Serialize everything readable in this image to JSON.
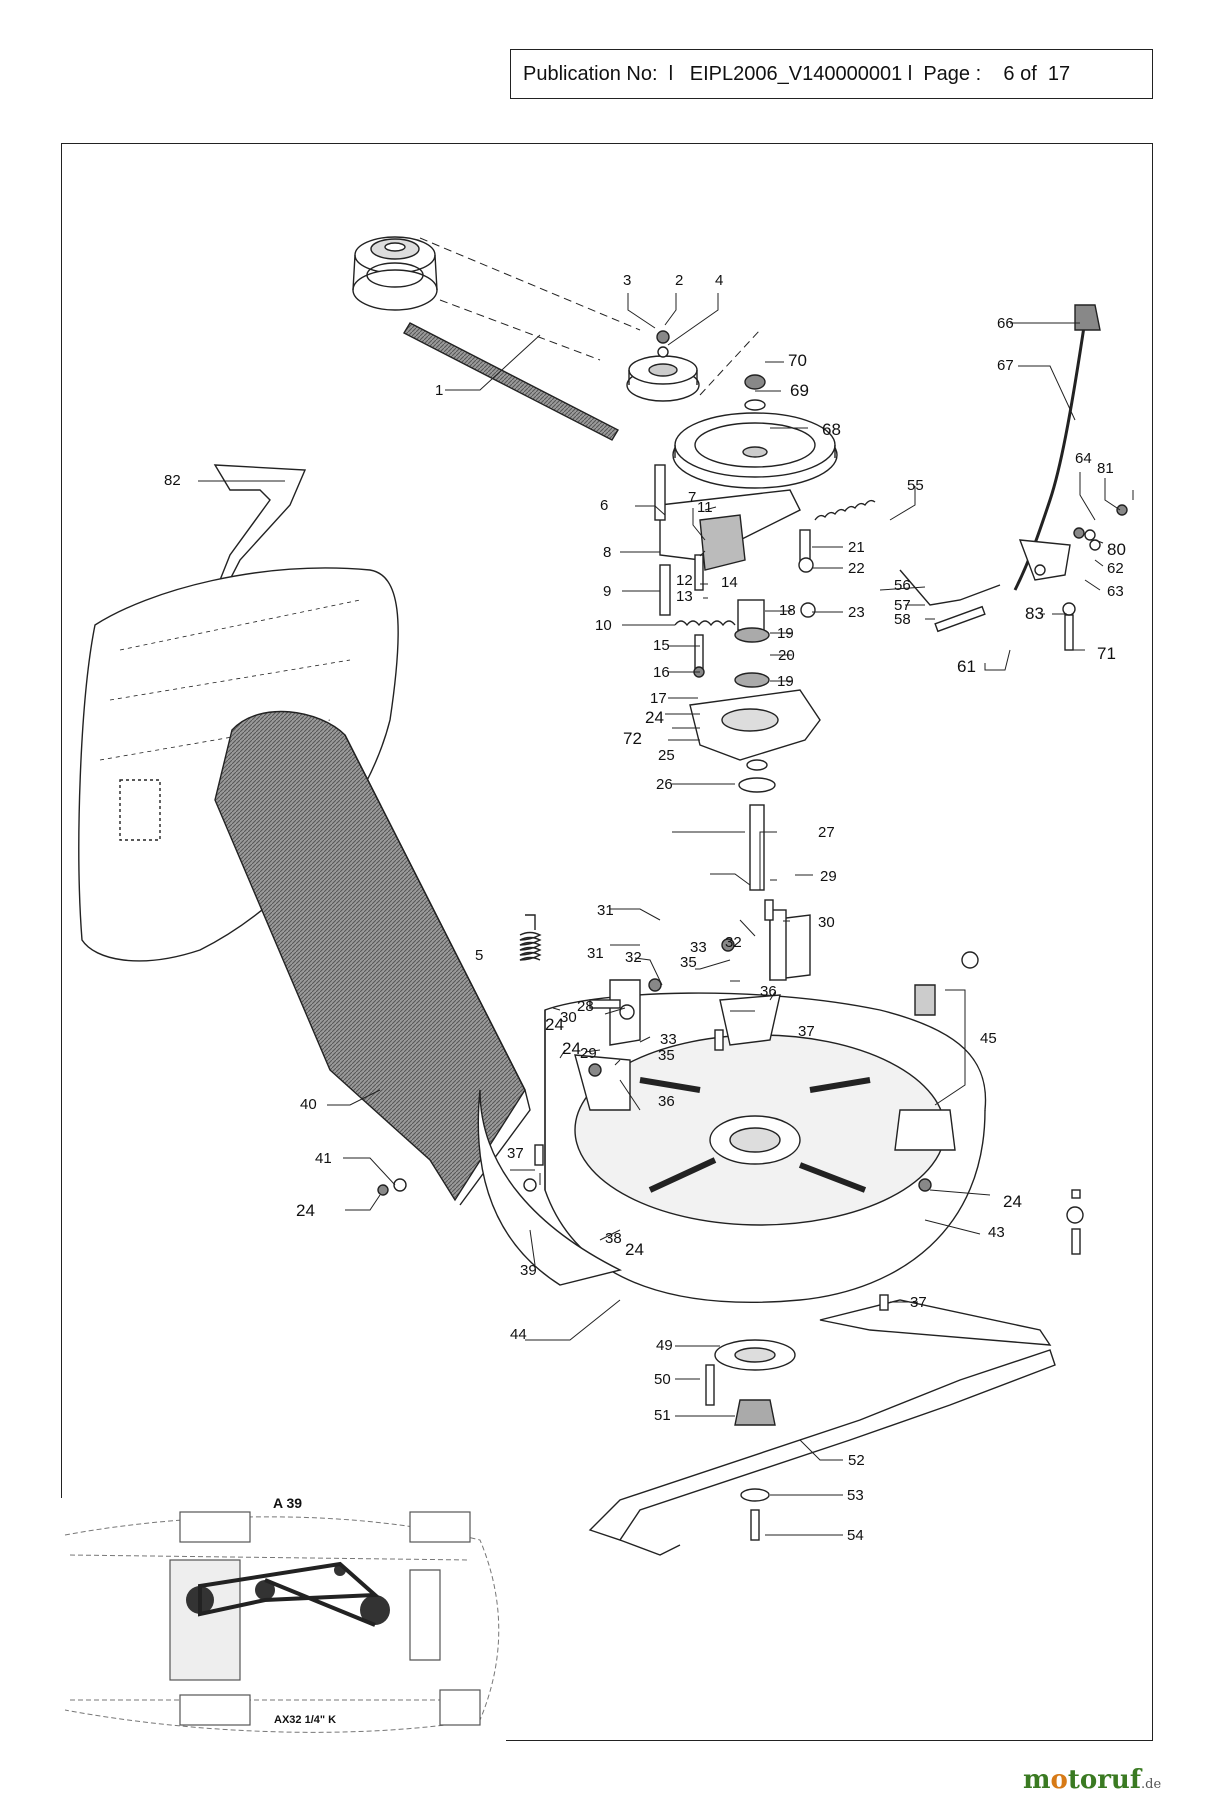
{
  "header": {
    "pub_label": "Publication No:",
    "sep1": "l",
    "pub_number": "EIPL2006_V140000001",
    "sep2": "l",
    "page_label": "Page :",
    "page_value": "6 of  17"
  },
  "inset": {
    "title": "A 39",
    "code": "AX32 1/4\" K"
  },
  "watermark": {
    "text_pre": "m",
    "text_o": "o",
    "text_post": "toruf",
    "suffix": ".de"
  },
  "parts": [
    "1",
    "2",
    "3",
    "4",
    "5",
    "6",
    "7",
    "8",
    "9",
    "10",
    "11",
    "12",
    "13",
    "14",
    "15",
    "16",
    "17",
    "18",
    "19",
    "19",
    "20",
    "21",
    "22",
    "23",
    "24",
    "24",
    "24",
    "24",
    "24",
    "24",
    "25",
    "26",
    "27",
    "28",
    "29",
    "29",
    "30",
    "30",
    "31",
    "31",
    "32",
    "32",
    "33",
    "33",
    "35",
    "35",
    "36",
    "36",
    "37",
    "37",
    "37",
    "38",
    "39",
    "40",
    "41",
    "43",
    "44",
    "45",
    "49",
    "50",
    "51",
    "52",
    "53",
    "54",
    "55",
    "56",
    "57",
    "58",
    "61",
    "62",
    "63",
    "64",
    "66",
    "67",
    "68",
    "69",
    "70",
    "71",
    "72",
    "80",
    "81",
    "82",
    "83"
  ]
}
